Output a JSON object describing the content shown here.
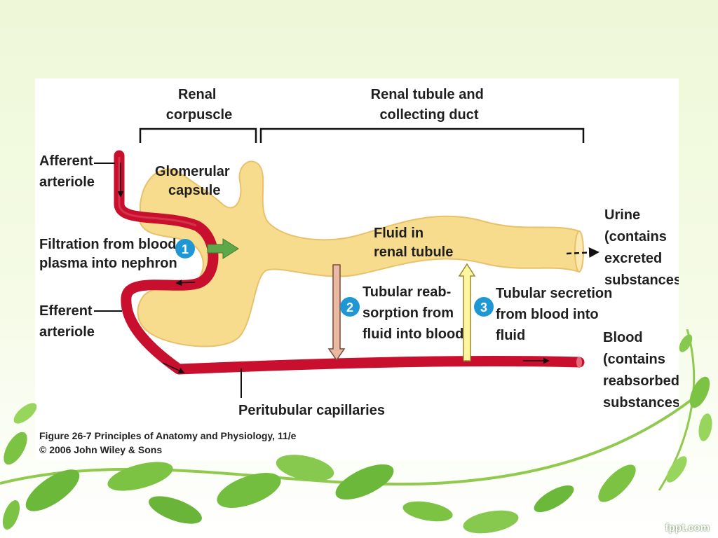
{
  "diagram": {
    "header_left": [
      "Renal",
      "corpuscle"
    ],
    "header_right": [
      "Renal tubule and",
      "collecting duct"
    ],
    "afferent_arteriole": [
      "Afferent",
      "arteriole"
    ],
    "efferent_arteriole": [
      "Efferent",
      "arteriole"
    ],
    "glomerular_capsule": [
      "Glomerular",
      "capsule"
    ],
    "fluid_in_tubule": [
      "Fluid in",
      "renal tubule"
    ],
    "step1": {
      "number": "1",
      "label": [
        "Filtration from blood",
        "plasma into nephron"
      ]
    },
    "step2": {
      "number": "2",
      "label": [
        "Tubular reab-",
        "sorption from",
        "fluid into blood"
      ]
    },
    "step3": {
      "number": "3",
      "label": [
        "Tubular secretion",
        "from blood into",
        "fluid"
      ]
    },
    "urine": [
      "Urine",
      "(contains",
      "excreted",
      "substances)"
    ],
    "blood": [
      "Blood",
      "(contains",
      "reabsorbed",
      "substances)"
    ],
    "peritubular": "Peritubular capillaries",
    "caption": [
      "Figure 26-7 Principles of Anatomy and Physiology, 11/e",
      "© 2006 John Wiley & Sons"
    ]
  },
  "colors": {
    "tubule_fill": "#f8dc8e",
    "tubule_stroke": "#e8c16a",
    "vessel": "#c8102e",
    "step_badge": "#1f97d4",
    "reabsorption_arrow": "#e9b9a3",
    "secretion_arrow": "#fff4a0",
    "filtration_arrow": "#5fa84a",
    "leaf": "#7cc243"
  },
  "footer": {
    "brand": "fppt.com"
  }
}
